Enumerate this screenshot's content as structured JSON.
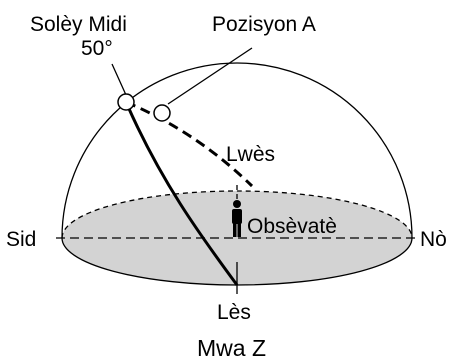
{
  "labels": {
    "noon_sun": "Solèy Midi",
    "noon_angle": "50°",
    "position_a": "Pozisyon A",
    "west": "Lwès",
    "observer": "Obsèvatè",
    "south": "Sid",
    "north": "Nò",
    "east": "Lès",
    "caption": "Mwa Z"
  },
  "colors": {
    "ground_fill": "#d3d3d3",
    "line": "#000000",
    "background": "#ffffff"
  }
}
